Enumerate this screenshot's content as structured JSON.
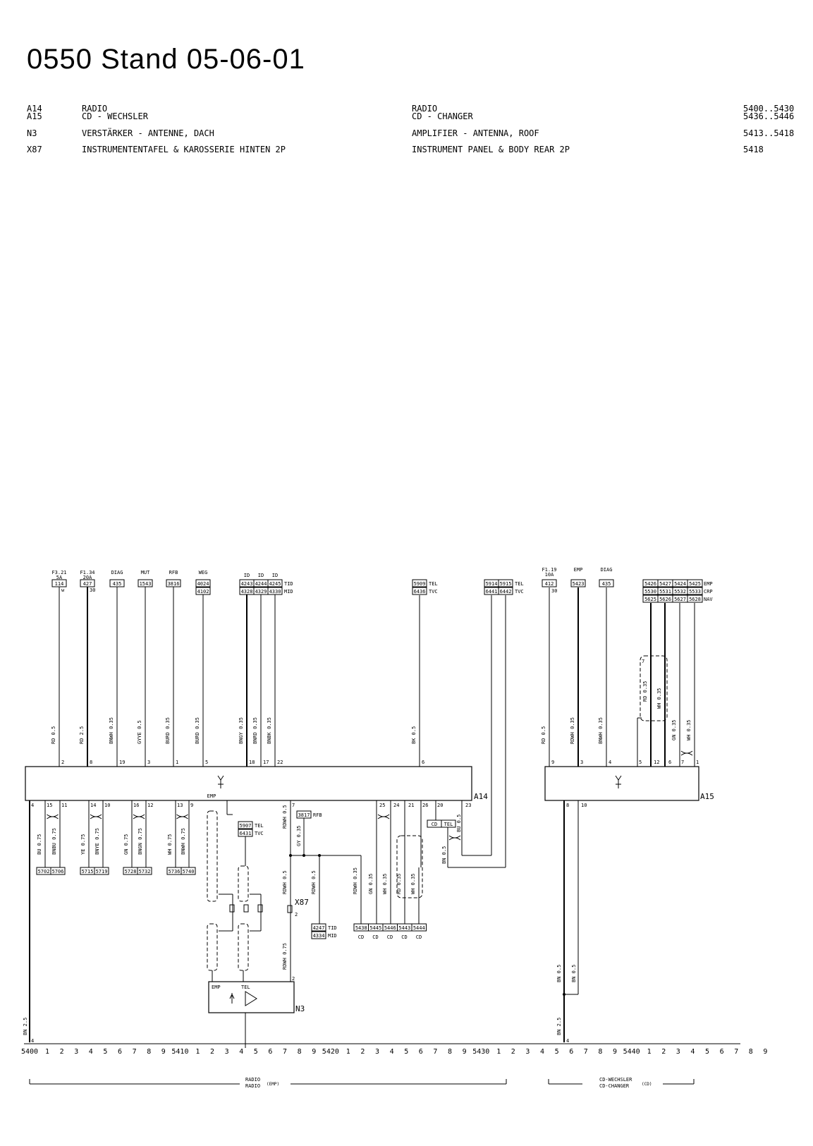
{
  "title": "0550 Stand 05-06-01",
  "legend": [
    {
      "codes": [
        "A14",
        "A15"
      ],
      "de": [
        "RADIO",
        "CD - WECHSLER"
      ],
      "en": [
        "RADIO",
        "CD - CHANGER"
      ],
      "refs": [
        "5400..5430",
        "5436..5446"
      ]
    },
    {
      "codes": [
        "N3"
      ],
      "de": [
        "VERSTÄRKER - ANTENNE, DACH"
      ],
      "en": [
        "AMPLIFIER - ANTENNA, ROOF"
      ],
      "refs": [
        "5413..5418"
      ]
    },
    {
      "codes": [
        "X87"
      ],
      "de": [
        "INSTRUMENTENTAFEL & KAROSSERIE HINTEN 2P"
      ],
      "en": [
        "INSTRUMENT PANEL & BODY REAR 2P"
      ],
      "refs": [
        "5418"
      ]
    }
  ],
  "diagram": {
    "components": {
      "a14": "A14",
      "a15": "A15",
      "n3": "N3",
      "x87": "X87",
      "emp_a14": "EMP",
      "n3_emp": "EMP",
      "n3_tel": "TEL",
      "x87_pin": "2",
      "n3_pin": "2"
    },
    "top_refs_a14": [
      {
        "labels": [
          "F3.21",
          "5A"
        ],
        "boxes": [
          "114"
        ],
        "pin": "w",
        "wire": "RD 0.5",
        "a_pin": "2"
      },
      {
        "labels": [
          "F1.34",
          "20A"
        ],
        "boxes": [
          "427"
        ],
        "pin": "30",
        "wire": "RD 2.5",
        "a_pin": "8"
      },
      {
        "labels": [
          "DIAG"
        ],
        "boxes": [
          "435"
        ],
        "pin": "",
        "wire": "BNWH 0.35",
        "a_pin": "19"
      },
      {
        "labels": [
          "MUT"
        ],
        "boxes": [
          "1543"
        ],
        "pin": "",
        "wire": "GYYE 0.5",
        "a_pin": "3"
      },
      {
        "labels": [
          "RFB"
        ],
        "boxes": [
          "3816"
        ],
        "pin": "",
        "wire": "BURD 0.35",
        "a_pin": "1"
      },
      {
        "labels": [
          "WEG"
        ],
        "boxes": [
          "4024",
          "4102"
        ],
        "pin": "",
        "wire": "BURD 0.35",
        "a_pin": "5"
      }
    ],
    "id_group": {
      "labels": [
        "ID",
        "ID",
        "ID"
      ],
      "row1": [
        "4243",
        "4244",
        "4245"
      ],
      "row2": [
        "4328",
        "4329",
        "4330"
      ],
      "tags": [
        "TID",
        "MID"
      ],
      "wires": [
        "BNGY 0.35",
        "BNRD 0.35",
        "BNBK 0.35"
      ],
      "pins": [
        "18",
        "17",
        "22"
      ]
    },
    "tel_single": {
      "boxes": [
        "5909",
        "6436"
      ],
      "tags": [
        "TEL",
        "TVC"
      ],
      "wire": "BK 0.5",
      "a_pin": "6"
    },
    "tel_double": {
      "row1": [
        "5914",
        "5915"
      ],
      "row2": [
        "6441",
        "6442"
      ],
      "tags": [
        "TEL",
        "TVC"
      ]
    },
    "top_refs_a15": [
      {
        "labels": [
          "F1.19",
          "10A"
        ],
        "boxes": [
          "412"
        ],
        "pin": "30",
        "wire": "RD 0.5",
        "a_pin": "9"
      },
      {
        "labels": [
          "EMP"
        ],
        "boxes": [
          "5423"
        ],
        "pin": "",
        "wire": "RDWH 0.35",
        "a_pin": "3"
      },
      {
        "labels": [
          "DIAG"
        ],
        "boxes": [
          "435"
        ],
        "pin": "",
        "wire": "BNWH 0.35",
        "a_pin": "4"
      }
    ],
    "grid_a15": {
      "rows": [
        [
          "5426",
          "5427",
          "5424",
          "5425"
        ],
        [
          "5530",
          "5531",
          "5532",
          "5533"
        ],
        [
          "5625",
          "5626",
          "5627",
          "5628"
        ]
      ],
      "tags": [
        "EMP",
        "CRP",
        "NAV"
      ],
      "wires": [
        "RD 0.35",
        "WH 0.35",
        "GN 0.35",
        "WH 0.35"
      ],
      "pins": [
        "5",
        "12",
        "6",
        "7",
        "1"
      ],
      "mark": "7"
    },
    "a14_bottom": {
      "pins": [
        "4",
        "15",
        "11",
        "14",
        "10",
        "16",
        "12",
        "13",
        "9",
        "7",
        "25",
        "24",
        "21",
        "26",
        "20",
        "23"
      ],
      "pairs": [
        {
          "wires": [
            "BU 0.75",
            "BNBU 0.75"
          ],
          "boxes": [
            "5702",
            "5706"
          ]
        },
        {
          "wires": [
            "YE 0.75",
            "BNYE 0.75"
          ],
          "boxes": [
            "5715",
            "5719"
          ]
        },
        {
          "wires": [
            "GN 0.75",
            "BNGN 0.75"
          ],
          "boxes": [
            "5728",
            "5732"
          ]
        },
        {
          "wires": [
            "WH 0.75",
            "BNWH 0.75"
          ],
          "boxes": [
            "5736",
            "5740"
          ]
        }
      ],
      "bn25": "BN 2.5",
      "pin4": "4",
      "rdwh": [
        "RDWH 0.5",
        "RDWH 0.5",
        "RDWH 0.75"
      ],
      "rfb_box": "3817",
      "rfb_tag": "RFB",
      "gy": "GY 0.35",
      "rdwh2": "RDWH 0.5",
      "tid_boxes": [
        "4247",
        "4334"
      ],
      "tid_tags": [
        "TID",
        "MID"
      ],
      "tel_boxes": [
        "5907",
        "6431"
      ],
      "tel_tags": [
        "TEL",
        "TVC"
      ],
      "cd_wires": [
        "RDWH 0.35",
        "GN 0.35",
        "WH 0.35",
        "RD 0.35",
        "WH 0.35"
      ],
      "cd_boxes": [
        "5438",
        "5445",
        "5446",
        "5443",
        "5444"
      ],
      "cd_tag": "CD",
      "cdtel": [
        "CD",
        "TEL"
      ],
      "bu05": "BU 0.5",
      "bn05": "BN 0.5"
    },
    "a15_bottom": {
      "pins": [
        "8",
        "10"
      ],
      "wires": [
        "BN 0.5",
        "BN 0.5",
        "BN 2.5"
      ],
      "pin4": "4"
    },
    "ruler": [
      "5400",
      "1",
      "2",
      "3",
      "4",
      "5",
      "6",
      "7",
      "8",
      "9",
      "5410",
      "1",
      "2",
      "3",
      "4",
      "5",
      "6",
      "7",
      "8",
      "9",
      "5420",
      "1",
      "2",
      "3",
      "4",
      "5",
      "6",
      "7",
      "8",
      "9",
      "5430",
      "1",
      "2",
      "3",
      "4",
      "5",
      "6",
      "7",
      "8",
      "9",
      "5440",
      "1",
      "2",
      "3",
      "4",
      "5",
      "6",
      "7",
      "8",
      "9"
    ],
    "sections": [
      {
        "line1": "RADIO",
        "line2": "RADIO",
        "code": "(EMP)"
      },
      {
        "line1": "CD-WECHSLER",
        "line2": "CD-CHANGER",
        "code": "(CD)"
      }
    ]
  }
}
